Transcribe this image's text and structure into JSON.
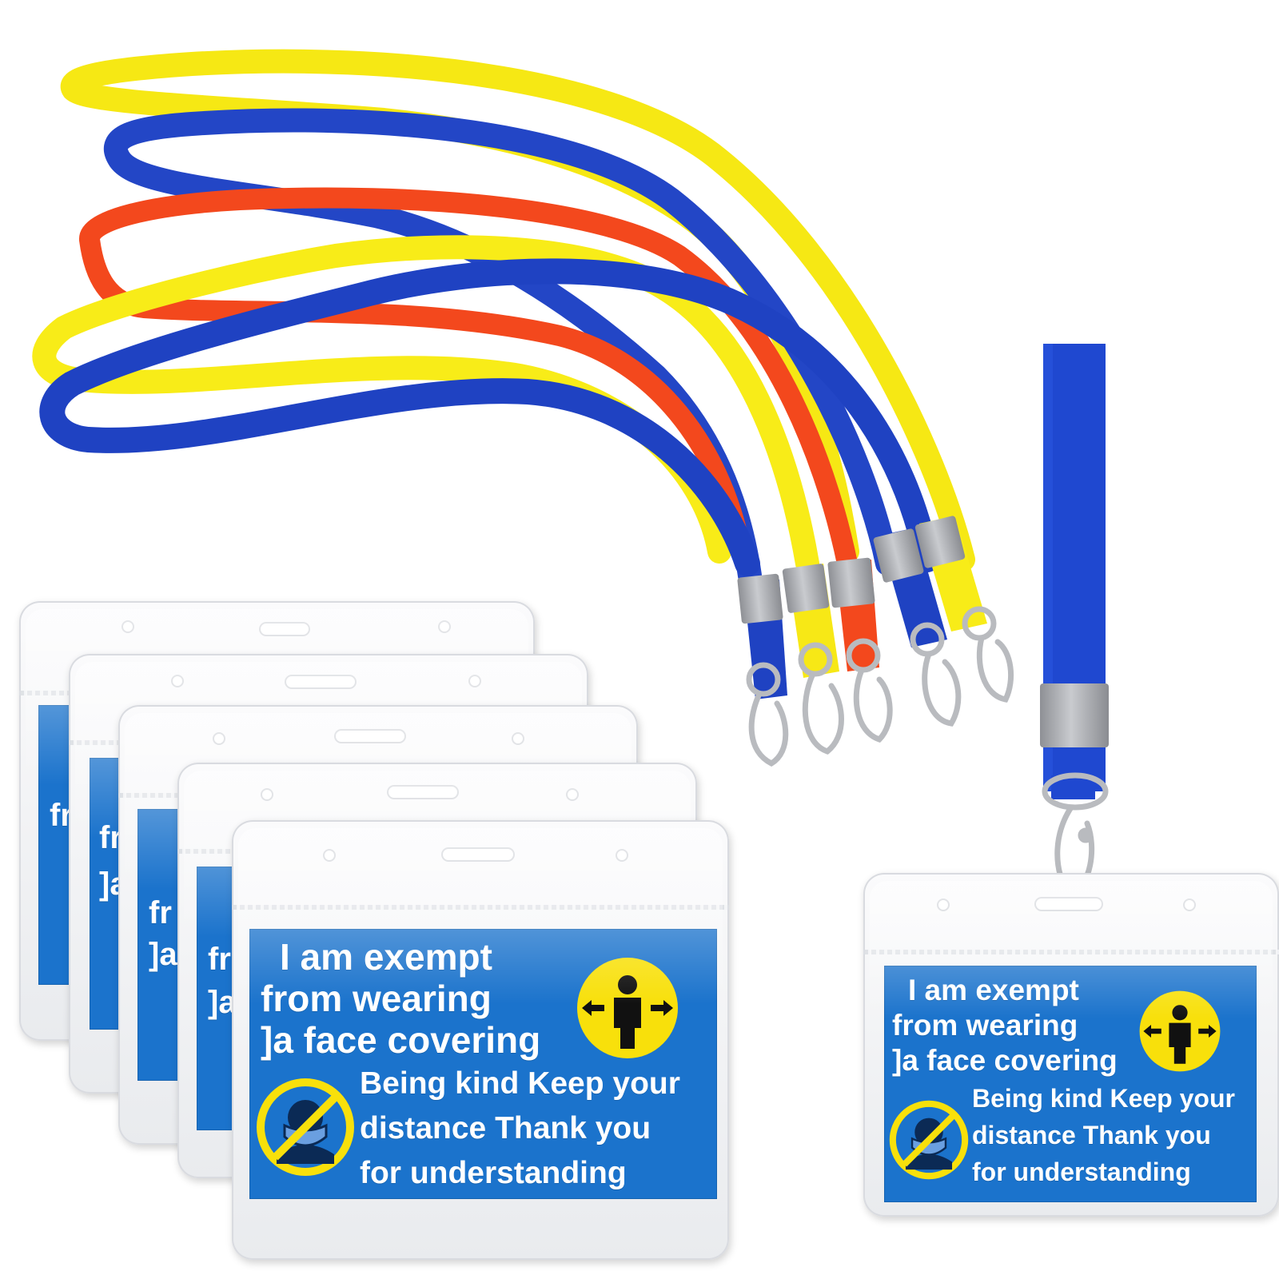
{
  "badge_text": {
    "line1": "I am exempt",
    "line2": "from wearing",
    "line3": "]a face covering",
    "line4": "Being kind Keep your",
    "line5": "distance Thank you",
    "line6": "for understanding"
  },
  "partial_text": {
    "fr": "fr",
    "la": "]a"
  },
  "icons": {
    "distance": "social-distancing-icon",
    "no_mask": "no-face-mask-icon"
  },
  "colors": {
    "card_blue": "#1b73cc",
    "lanyard_blue": "#1f45c8",
    "lanyard_yellow": "#f7ec14",
    "lanyard_red": "#f2451c",
    "icon_yellow": "#f8e00b",
    "metal": "#a9abaf"
  }
}
